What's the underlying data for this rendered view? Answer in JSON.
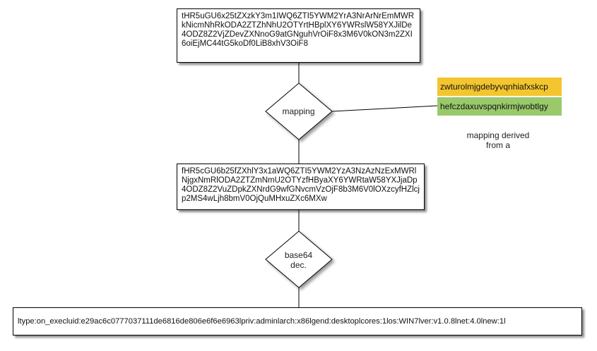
{
  "diagram": {
    "top_box": {
      "text": "tHR5uGU6x25tZXzkY3m1IWQ6ZTI5YWM2YrA3NrArNrEmMWRkNicmNhRkODA2ZTZhNhU2OTYrtHBplXY6YWRslW58YXJilDe4ODZ8Z2VjZDevZXNnoG9atGNguhVrOiF8x3M6V0kON3m2ZXI6oiEjMC44tG5koDf0LiB8xhV3OiF8"
    },
    "mapping_diamond": {
      "label": "mapping"
    },
    "middle_box": {
      "text": "fHR5cGU6b25fZXhlY3x1aWQ6ZTI5YWM2YzA3NzAzNzExMWRlNjgxNmRlODA2ZTZmNmU2OTYzfHByaXY6YWRtaW58YXJjaDp4ODZ8Z2VuZDpkZXNrdG9wfGNvcmVzOjF8b3M6V0lOXzcyfHZlcjp2MS4wLjh8bmV0OjQuMHxuZXc6MXw"
    },
    "base64_diamond": {
      "label_line1": "base64",
      "label_line2": "dec."
    },
    "bottom_box": {
      "text": "ltype:on_execluid:e29ac6c0777037111de6816de806e6f6e6963lpriv:adminlarch:x86lgend:desktoplcores:1los:WIN7lver:v1.0.8lnet:4.0lnew:1l"
    },
    "key_yellow": {
      "text": "zwturolmjgdebyvqnhiafxskcp"
    },
    "key_green": {
      "text": "hefczdaxuvspqnkirmjwobtlgy"
    },
    "note": {
      "line1": "mapping derived",
      "line2": "from a"
    }
  },
  "colors": {
    "key_yellow": "#f3c52f",
    "key_green": "#99c96b",
    "stroke": "#000000"
  }
}
